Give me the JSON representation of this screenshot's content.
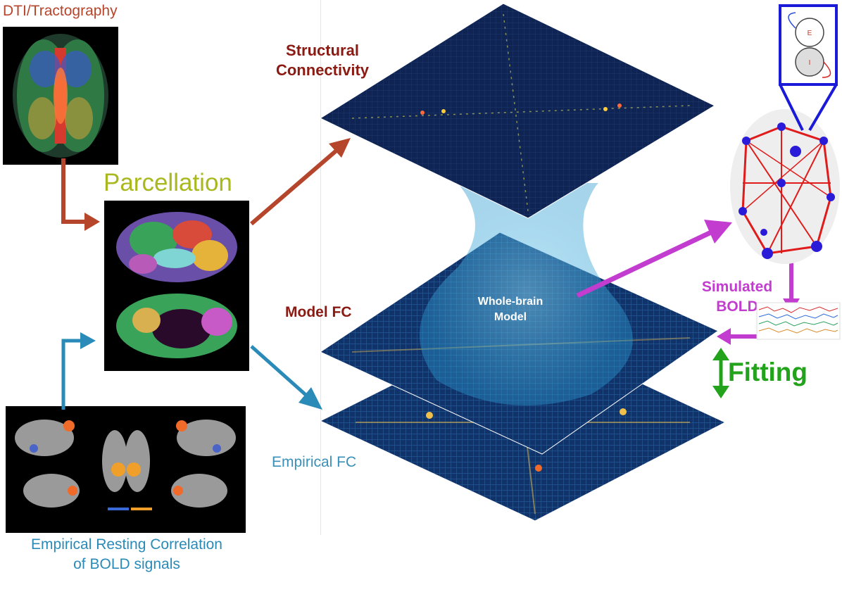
{
  "labels": {
    "dti": "DTI/Tractography",
    "parcellation": "Parcellation",
    "structural_connectivity": "Structural Connectivity",
    "model_fc": "Model FC",
    "empirical_fc": "Empirical FC",
    "empirical_resting": "Empirical Resting Correlation of BOLD signals",
    "simulated_bold": "Simulated BOLD",
    "fitting": "Fitting",
    "whole_brain_model": "Whole-brain Model",
    "node_e": "E",
    "node_i": "I"
  },
  "colors": {
    "dti_arrow": "#b5452b",
    "empirical_arrow": "#2a8ab8",
    "simulated_arrow": "#c23ccf",
    "fitting_arrow": "#22a31b",
    "matrix_bg": "#0f2452",
    "network_edges": "#e01b1b",
    "network_nodes": "#2a1bd8"
  },
  "icons": {
    "dti": "tractography-brain-image",
    "parcellation": "parcellated-cortex-image",
    "resting": "bold-activation-brain-image",
    "network": "brain-network-graph",
    "ei": "excitatory-inhibitory-node-diagram"
  }
}
